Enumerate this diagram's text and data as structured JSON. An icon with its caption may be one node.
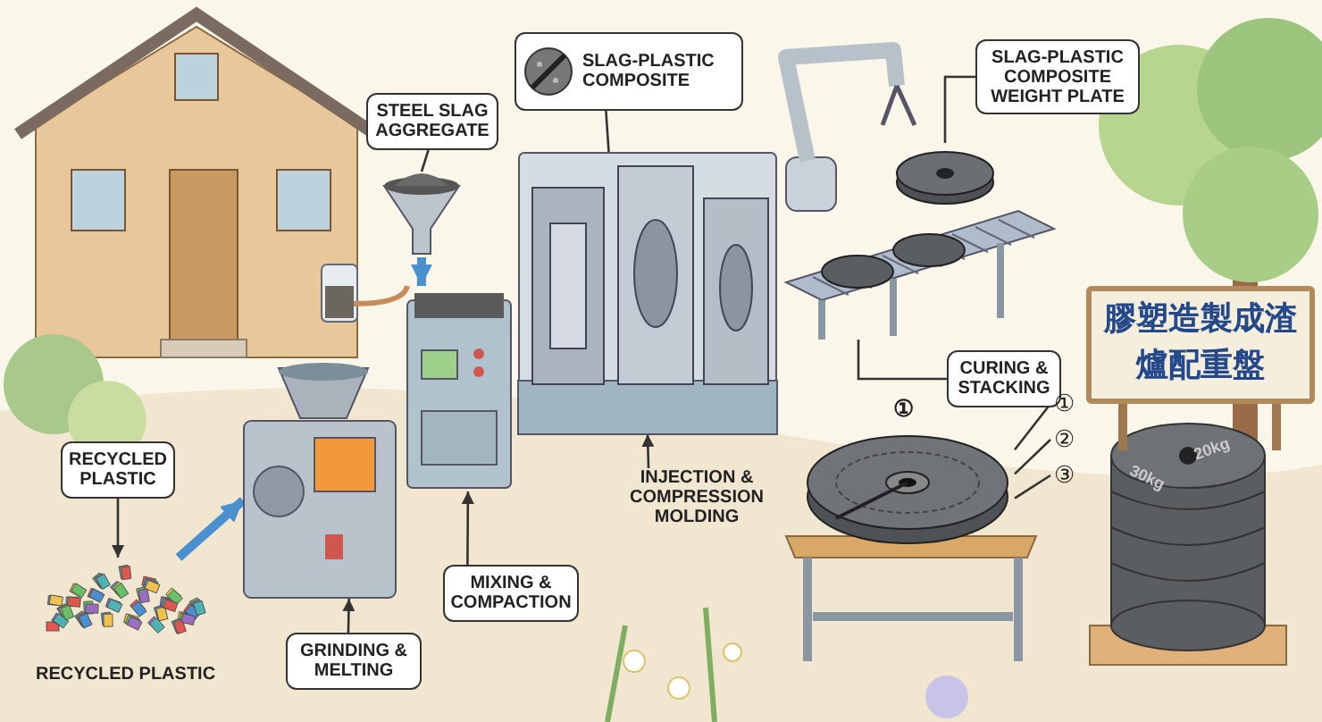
{
  "diagram": {
    "nodes": [
      {
        "text": [
          "SLAG-PLASTIC COMPOSITE"
        ]
      },
      {
        "text": [
          "STEEL SLAG AGGREGATE"
        ]
      },
      {
        "text": [
          "SLAG-PLASTIC COMPOSITE WEIGHT PLATE"
        ]
      },
      {
        "text": [
          "RECYCLED PLASTIC"
        ]
      },
      {
        "text": [
          "CURING & STACKING"
        ]
      },
      {
        "text": [
          "INJECTION & COMPRESSION MOLDING"
        ]
      },
      {
        "text": [
          "MIXING & COMPACTION"
        ]
      },
      {
        "text": [
          "GRINDING & MELTING"
        ]
      },
      {
        "text": [],
        "shape": "picture"
      },
      {
        "text": [],
        "shape": "picture"
      },
      {
        "text": [],
        "shape": "picture"
      },
      {
        "text": [],
        "shape": "picture",
        "beside": [
          "RECYCLED PLASTIC"
        ]
      },
      {
        "text": [],
        "shape": "picture"
      },
      {
        "text": [],
        "shape": "picture"
      },
      {
        "text": [],
        "shape": "picture"
      },
      {
        "text": [],
        "shape": "picture"
      },
      {
        "text": [
          "①"
        ]
      },
      {
        "text": [
          "②"
        ]
      },
      {
        "text": [
          "③"
        ]
      },
      {
        "text": [
          "膠塑造製成渣爐配重盤"
        ]
      }
    ],
    "edges": [
      {
        "from": 1,
        "to": 8,
        "arrow": "none"
      },
      {
        "from": 0,
        "to": 9,
        "arrow": "none"
      },
      {
        "from": 2,
        "to": 10,
        "arrow": "none"
      },
      {
        "from": 3,
        "to": 11,
        "arrow": "to"
      },
      {
        "from": 4,
        "to": 14,
        "arrow": "none"
      },
      {
        "from": 5,
        "to": 9,
        "arrow": "to"
      },
      {
        "from": 6,
        "to": 13,
        "arrow": "to"
      },
      {
        "from": 7,
        "to": 12,
        "arrow": "to"
      },
      {
        "from": 16,
        "to": 15,
        "arrow": "none"
      },
      {
        "from": 17,
        "to": 15,
        "arrow": "none"
      },
      {
        "from": 18,
        "to": 15,
        "arrow": "none"
      },
      {
        "from": 11,
        "to": 12,
        "arrow": "to",
        "style": "thick",
        "color": "#4a90d0"
      },
      {
        "from": 8,
        "to": 13,
        "arrow": "to",
        "style": "thick",
        "color": "#4a90d0"
      }
    ],
    "labels": [
      "①",
      "20kg",
      "30kg"
    ]
  }
}
